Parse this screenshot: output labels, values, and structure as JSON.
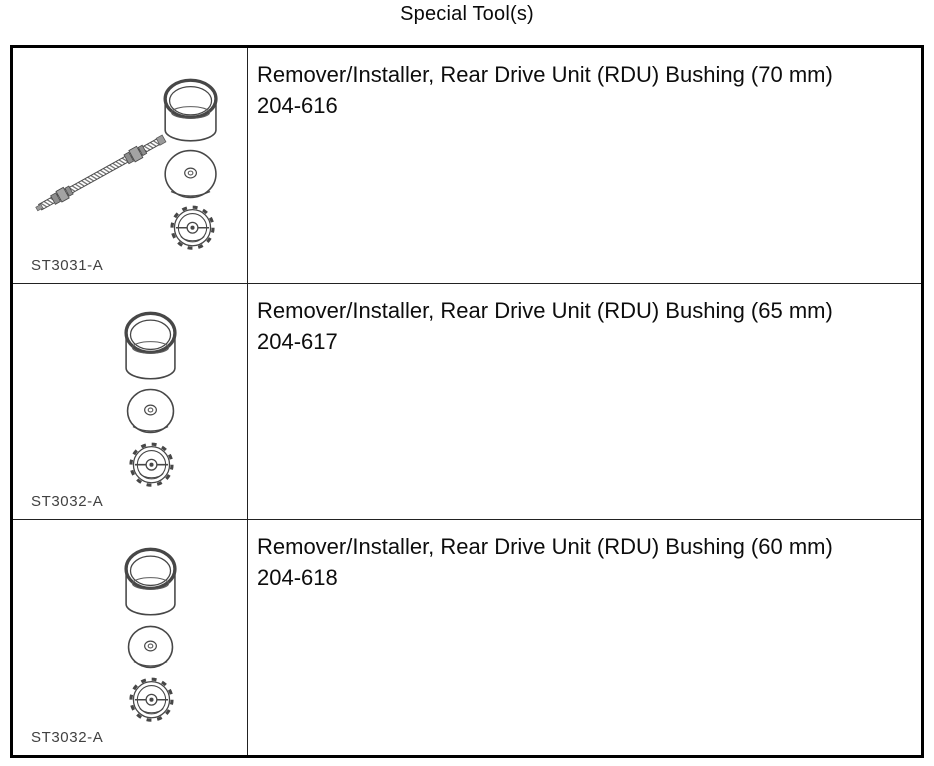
{
  "title": "Special Tool(s)",
  "table": {
    "rows": [
      {
        "tool_id": "ST3031-A",
        "description": "Remover/Installer, Rear Drive Unit (RDU) Bushing (70 mm)",
        "tool_number": "204-616",
        "illustration": "threaded-rod-with-cup-disc-and-flanged-nut"
      },
      {
        "tool_id": "ST3032-A",
        "description": "Remover/Installer, Rear Drive Unit (RDU) Bushing (65 mm)",
        "tool_number": "204-617",
        "illustration": "cup-disc-and-flanged-nut"
      },
      {
        "tool_id": "ST3032-A",
        "description": "Remover/Installer, Rear Drive Unit (RDU) Bushing (60 mm)",
        "tool_number": "204-618",
        "illustration": "cup-disc-and-flanged-nut"
      }
    ]
  },
  "colors": {
    "outer_border": "#000000",
    "inner_border": "#222222",
    "line_art": "#474747",
    "text": "#0d0d0d",
    "label_text": "#414141"
  }
}
